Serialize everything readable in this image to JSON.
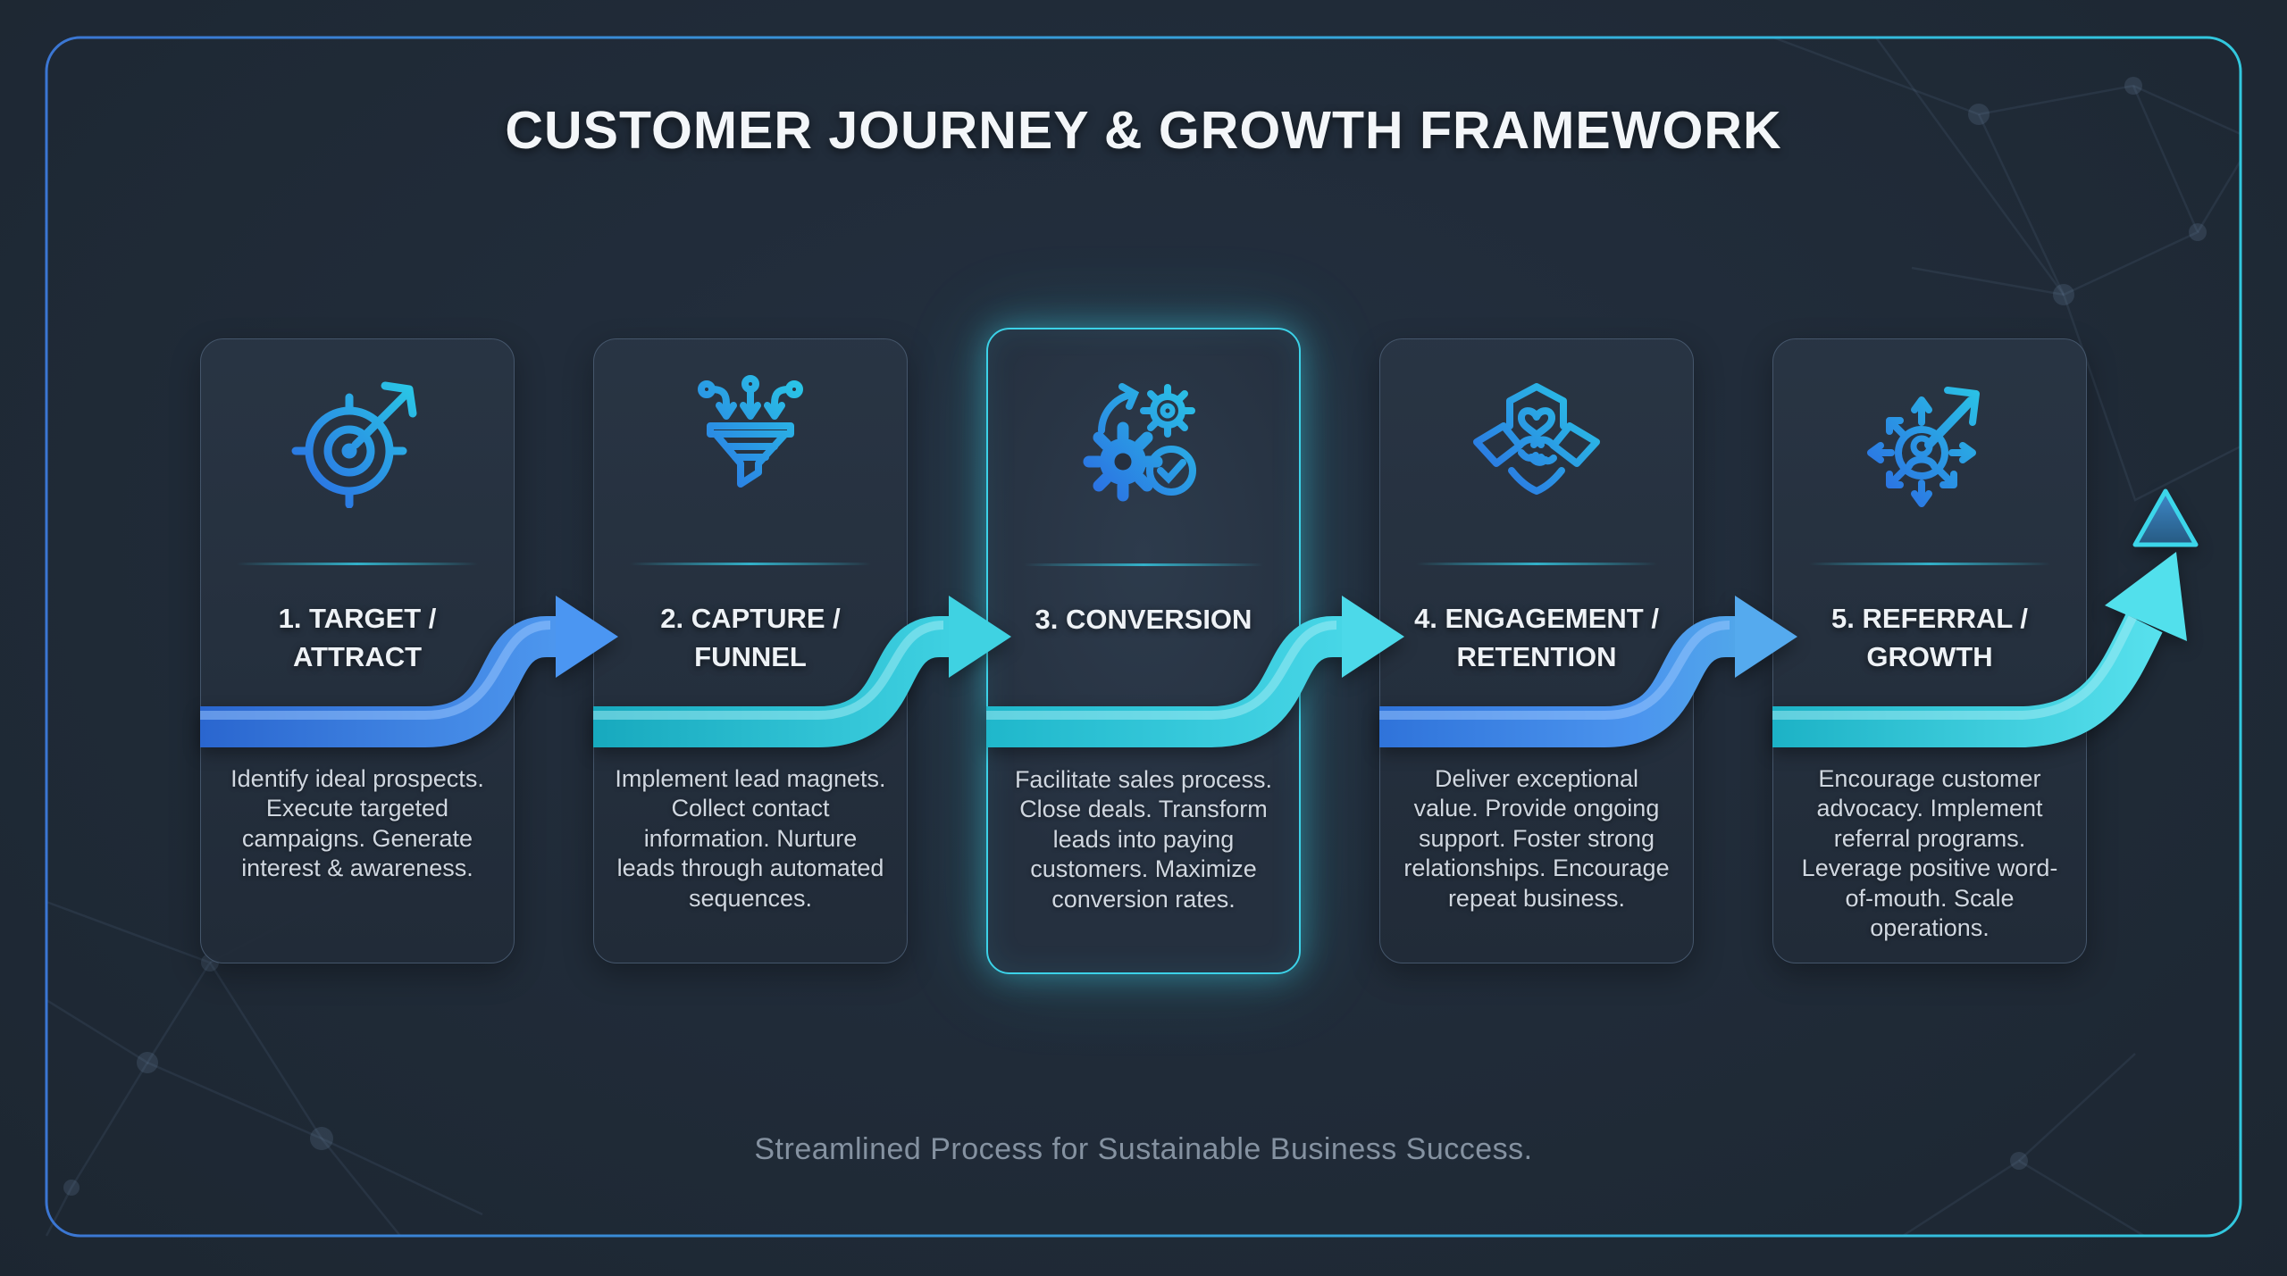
{
  "title": "CUSTOMER JOURNEY & GROWTH FRAMEWORK",
  "caption": "Streamlined Process for Sustainable Business Success.",
  "colors": {
    "background": "#1d2732",
    "frame_gradient_left": "#3b76d3",
    "frame_gradient_right": "#32c8de",
    "card_background": "#28323f",
    "card_border": "#45566b",
    "highlight_border": "#3cd2e8",
    "accent_blue": "#3b82f6",
    "accent_teal": "#2cc5d9",
    "title_text": "#f3f6f9",
    "card_title_text": "#eef2f6",
    "body_text": "#d0d7e0",
    "caption_text": "#8592a1"
  },
  "stages": [
    {
      "id": 1,
      "title": "1. TARGET / ATTRACT",
      "description": "Identify ideal prospects. Execute targeted campaigns. Generate interest & awareness.",
      "icon": "target-arrow-icon",
      "band_color": "blue",
      "highlighted": false
    },
    {
      "id": 2,
      "title": "2. CAPTURE / FUNNEL",
      "description": "Implement lead magnets. Collect contact information. Nurture leads through automated sequences.",
      "icon": "funnel-icon",
      "band_color": "teal",
      "highlighted": false
    },
    {
      "id": 3,
      "title": "3. CONVERSION",
      "description": "Facilitate sales process. Close deals. Transform leads into paying customers. Maximize conversion rates.",
      "icon": "gears-check-icon",
      "band_color": "teal",
      "highlighted": true
    },
    {
      "id": 4,
      "title": "4. ENGAGEMENT / RETENTION",
      "description": "Deliver exceptional value. Provide ongoing support. Foster strong relationships. Encourage repeat business.",
      "icon": "shield-handshake-icon",
      "band_color": "blue",
      "highlighted": false
    },
    {
      "id": 5,
      "title": "5. REFERRAL / GROWTH",
      "description": "Encourage customer advocacy. Implement referral programs. Leverage positive word-of-mouth. Scale operations.",
      "icon": "network-growth-icon",
      "band_color": "teal",
      "highlighted": false
    }
  ]
}
